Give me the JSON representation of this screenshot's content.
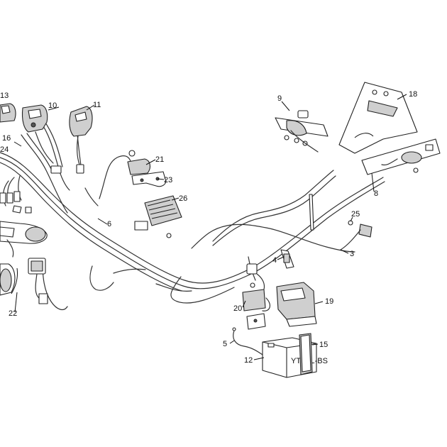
{
  "diagram": {
    "callouts": [
      {
        "id": "c13",
        "label": "13"
      },
      {
        "id": "c10",
        "label": "10"
      },
      {
        "id": "c11",
        "label": "11"
      },
      {
        "id": "c16",
        "label": "16"
      },
      {
        "id": "c24",
        "label": "24"
      },
      {
        "id": "c21",
        "label": "21"
      },
      {
        "id": "c23",
        "label": "23"
      },
      {
        "id": "c26",
        "label": "26"
      },
      {
        "id": "c6",
        "label": "6"
      },
      {
        "id": "c9",
        "label": "9"
      },
      {
        "id": "c18",
        "label": "18"
      },
      {
        "id": "c8",
        "label": "8"
      },
      {
        "id": "c25",
        "label": "25"
      },
      {
        "id": "c3",
        "label": "3"
      },
      {
        "id": "c4",
        "label": "4"
      },
      {
        "id": "c22",
        "label": "22"
      },
      {
        "id": "c20",
        "label": "20"
      },
      {
        "id": "c19",
        "label": "19"
      },
      {
        "id": "c5",
        "label": "5"
      },
      {
        "id": "c12",
        "label": "12"
      },
      {
        "id": "c15",
        "label": "15"
      }
    ],
    "battery_brand": "YTX4L-BS"
  }
}
